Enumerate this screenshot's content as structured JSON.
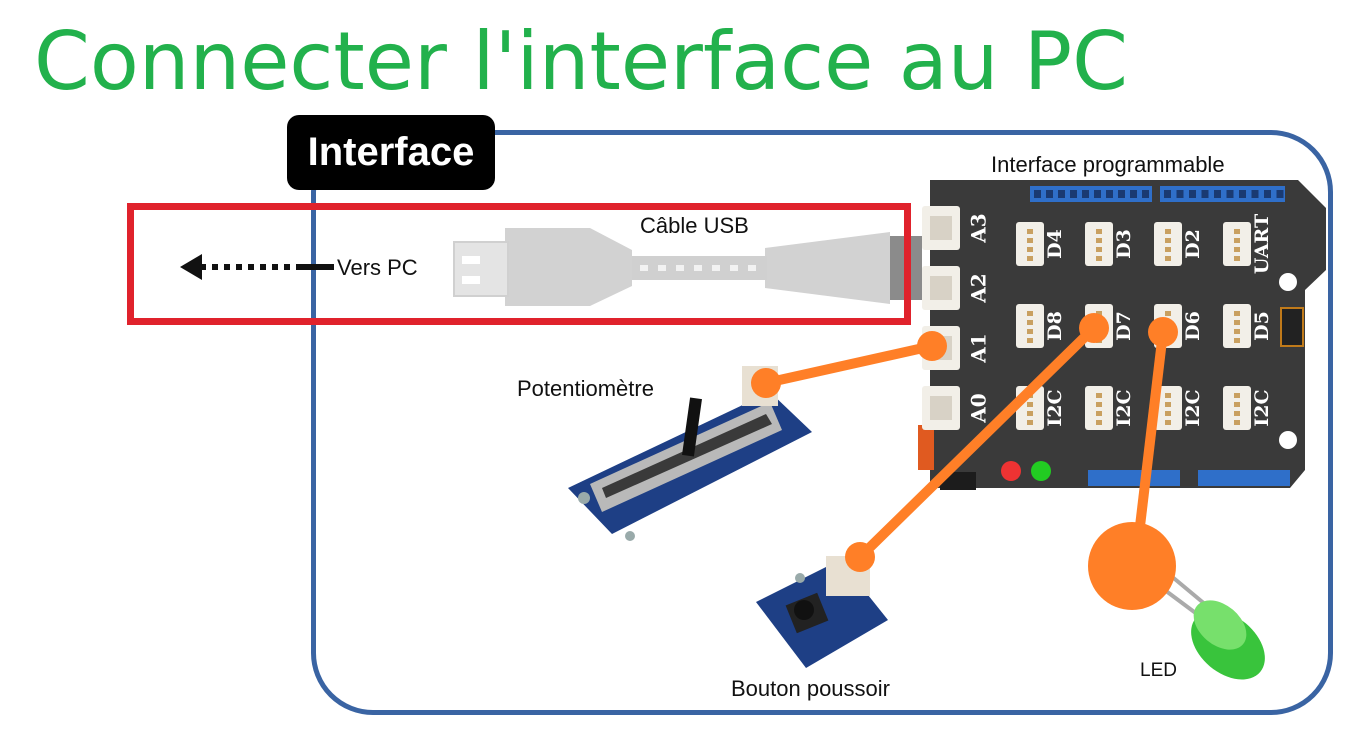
{
  "title": "Connecter l'interface au PC",
  "tag": "Interface",
  "labels": {
    "board": "Interface programmable",
    "usb": "Câble USB",
    "pc": "Vers PC",
    "potentiometer": "Potentiomètre",
    "button": "Bouton poussoir",
    "led": "LED"
  },
  "board": {
    "left_ports": [
      "A3",
      "A2",
      "A1",
      "A0"
    ],
    "grid_rows": [
      [
        "D4",
        "D3",
        "D2",
        "UART"
      ],
      [
        "D8",
        "D7",
        "D6",
        "D5"
      ],
      [
        "I2C",
        "I2C",
        "I2C",
        "I2C"
      ]
    ]
  },
  "colors": {
    "title": "#22b14c",
    "frame": "#3a64a3",
    "highlight": "#e0222c",
    "wire": "#ff7f27",
    "board": "#3a3a3a",
    "header_pins": "#2f6fc9"
  }
}
